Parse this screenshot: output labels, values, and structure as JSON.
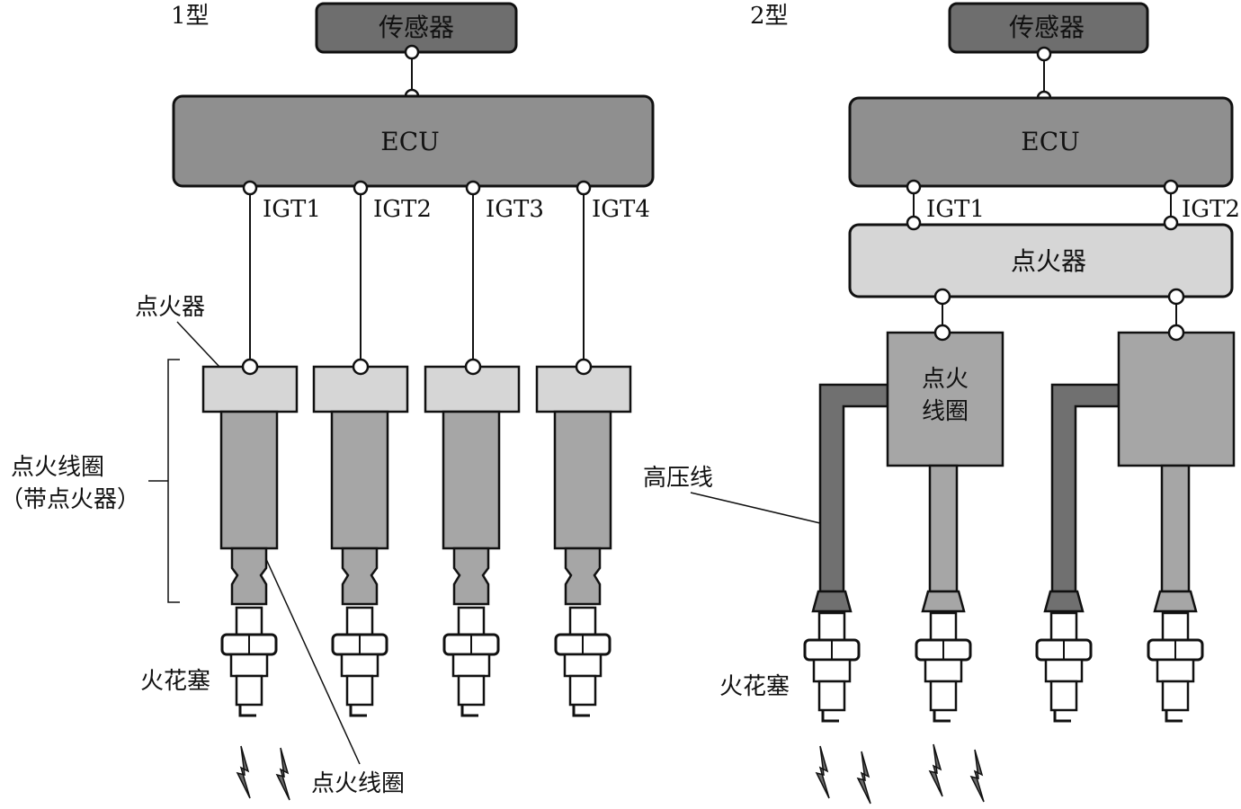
{
  "left": {
    "type_label": "1型",
    "sensor": "传感器",
    "ecu": "ECU",
    "igt": [
      "IGT1",
      "IGT2",
      "IGT3",
      "IGT4"
    ],
    "igniter_callout": "点火器",
    "coil_group_line1": "点火线圈",
    "coil_group_line2": "（带点火器）",
    "spark_plug_callout": "火花塞",
    "coil_callout": "点火线圈"
  },
  "right": {
    "type_label": "2型",
    "sensor": "传感器",
    "ecu": "ECU",
    "igt": [
      "IGT1",
      "IGT2"
    ],
    "igniter": "点火器",
    "coil_line1": "点火",
    "coil_line2": "线圈",
    "hv_wire_callout": "高压线",
    "spark_plug_callout": "火花塞"
  },
  "colors": {
    "sensor_fill": "#6e6e6e",
    "ecu_fill": "#8f8f8f",
    "igniter_fill": "#d6d6d6",
    "coil_fill": "#a6a6a6",
    "hv_wire_fill": "#707070",
    "stroke": "#111111"
  }
}
